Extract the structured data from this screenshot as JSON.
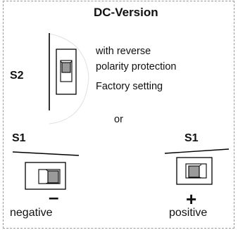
{
  "title": "DC-Version",
  "top_switch": {
    "label": "S2",
    "description_line1": "with reverse",
    "description_line2": "polarity protection",
    "description_line3": "Factory setting"
  },
  "separator": "or",
  "left_switch": {
    "label": "S1",
    "sign": "–",
    "caption": "negative"
  },
  "right_switch": {
    "label": "S1",
    "sign": "+",
    "caption": "positive"
  },
  "colors": {
    "knob": "#9a9a9a",
    "line": "#000000",
    "frame": "#9a9a9a"
  }
}
